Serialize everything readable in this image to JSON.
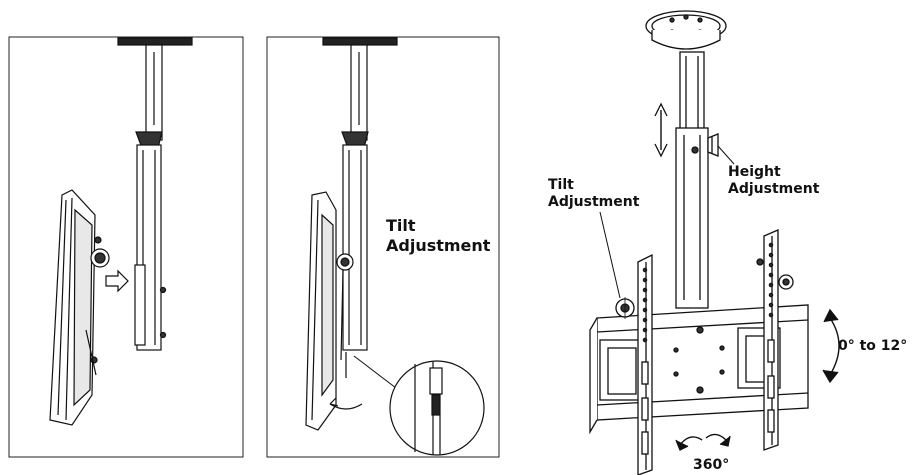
{
  "labels": {
    "panel2_tilt": {
      "line1": "Tilt",
      "line2": "Adjustment"
    },
    "panel3_tilt": {
      "line1": "Tilt",
      "line2": "Adjustment"
    },
    "panel3_height": {
      "line1": "Height",
      "line2": "Adjustment"
    },
    "tilt_range": "0° to 12°",
    "rotation": "360°"
  }
}
